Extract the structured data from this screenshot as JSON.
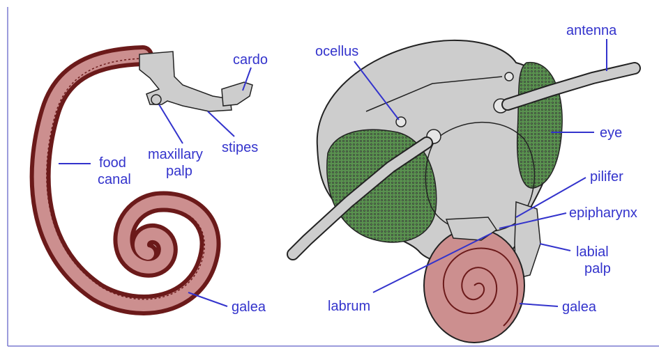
{
  "colors": {
    "label": "#3333cc",
    "leader": "#3333cc",
    "galea_fill": "#cc8f8f",
    "galea_stroke": "#6b1a1a",
    "head_fill": "#cdcdcd",
    "eye_fill": "#5a9150",
    "outline": "#222222",
    "frame": "#7a7ad0"
  },
  "left_figure": {
    "labels": {
      "cardo": "cardo",
      "stipes": "stipes",
      "maxillary_palp_1": "maxillary",
      "maxillary_palp_2": "palp",
      "food_canal_1": "food",
      "food_canal_2": "canal",
      "galea": "galea"
    }
  },
  "right_figure": {
    "labels": {
      "ocellus": "ocellus",
      "antenna": "antenna",
      "eye": "eye",
      "pilifer": "pilifer",
      "epipharynx": "epipharynx",
      "labial_palp_1": "labial",
      "labial_palp_2": "palp",
      "labrum": "labrum",
      "galea": "galea"
    }
  }
}
